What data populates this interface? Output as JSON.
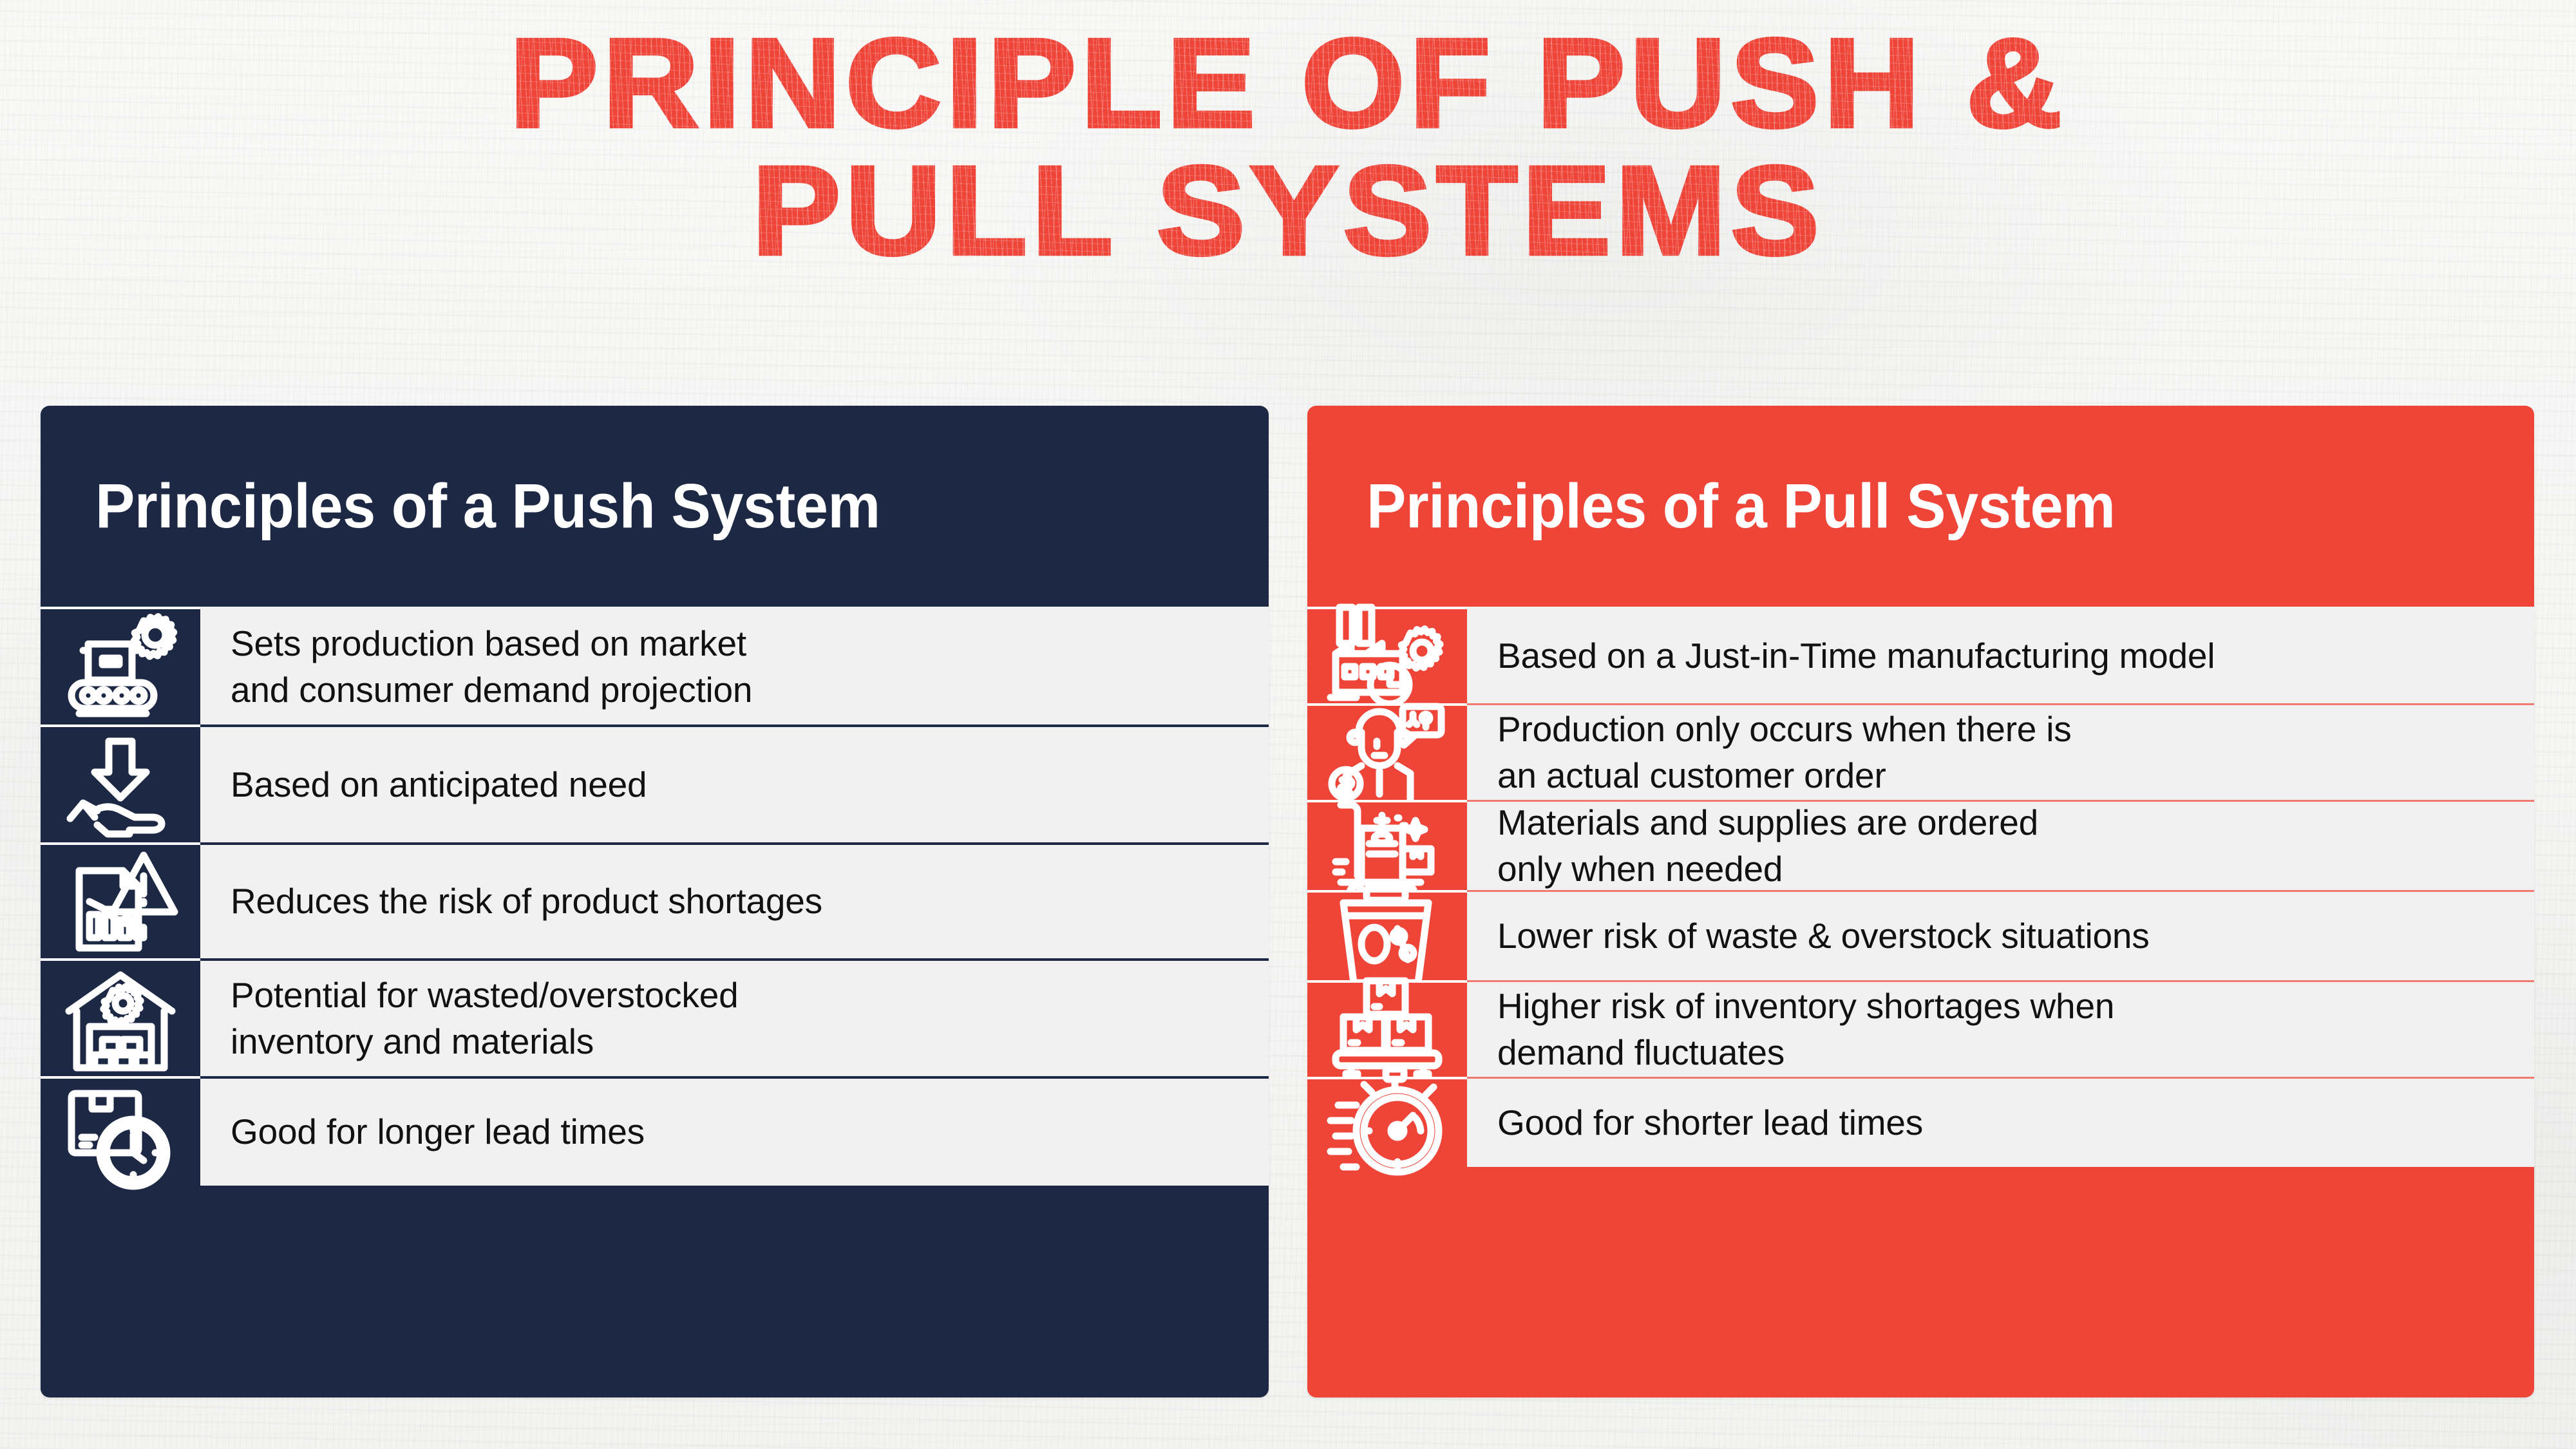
{
  "title": {
    "line1": "PRINCIPLE OF PUSH &",
    "line2": "PULL SYSTEMS",
    "color": "#ef4438"
  },
  "colors": {
    "navy": "#1c2844",
    "red": "#ef4438",
    "row_bg": "#f1f1f1",
    "page_bg": "#f6f6f5",
    "text": "#111111",
    "header_text": "#ffffff"
  },
  "push_panel": {
    "header": "Principles of a Push System",
    "background": "#1c2844",
    "rows": [
      {
        "icon": "conveyor-gear-icon",
        "text": "Sets production based on market\nand consumer demand projection"
      },
      {
        "icon": "arrow-down-hand-icon",
        "text": "Based on anticipated need"
      },
      {
        "icon": "report-warning-icon",
        "text": "Reduces the risk of product shortages"
      },
      {
        "icon": "warehouse-gear-icon",
        "text": "Potential for wasted/overstocked\ninventory and materials"
      },
      {
        "icon": "box-clock-icon",
        "text": "Good for longer lead times"
      }
    ]
  },
  "pull_panel": {
    "header": "Principles of a Pull System",
    "background": "#ef4438",
    "rows": [
      {
        "icon": "factory-gear-clock-icon",
        "text": "Based on a Just-in-Time manufacturing model"
      },
      {
        "icon": "customer-order-icon",
        "text": "Production only occurs when there is\nan actual customer order"
      },
      {
        "icon": "supply-trolley-icon",
        "text": "Materials and supplies are ordered\nonly when needed"
      },
      {
        "icon": "waste-bin-zero-icon",
        "text": "Lower risk of waste & overstock situations"
      },
      {
        "icon": "stacked-boxes-cart-icon",
        "text": "Higher risk of inventory shortages when\ndemand fluctuates"
      },
      {
        "icon": "fast-stopwatch-icon",
        "text": "Good for shorter lead times"
      }
    ]
  }
}
